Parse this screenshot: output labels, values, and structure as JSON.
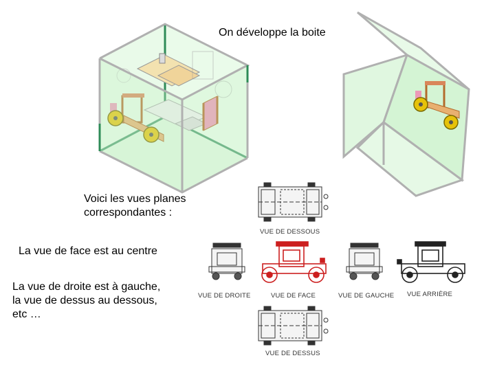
{
  "heading": "On développe la boite",
  "intro": [
    "Voici les vues planes",
    "correspondantes :"
  ],
  "front_note": "La vue de face est au centre",
  "explanation": [
    "La vue de droite est à gauche,",
    "la vue de dessus au dessous,",
    "etc …"
  ],
  "views": {
    "bottom": "VUE DE DESSOUS",
    "right": "VUE DE DROITE",
    "front": "VUE DE FACE",
    "left": "VUE DE GAUCHE",
    "rear": "VUE ARRIÈRE",
    "top": "VUE DE DESSUS"
  },
  "colors": {
    "box_edge": "#b0b0b0",
    "box_fill": "#cdf3cd",
    "dark_edge": "#2e8b57",
    "front_view": "#cc1f1f",
    "wheel": "#e6c20a",
    "wood": "#e8b070",
    "pink": "#ec9ab8"
  }
}
